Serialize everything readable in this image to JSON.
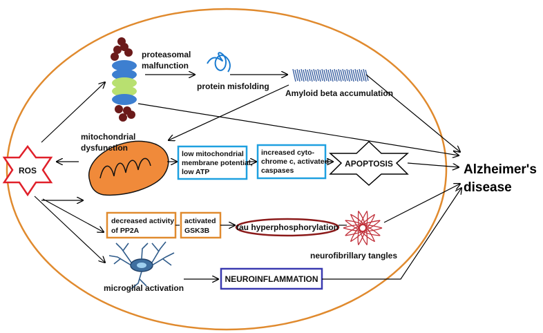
{
  "nodes": {
    "ros": "ROS",
    "proteasomal": [
      "proteasomal",
      "malfunction"
    ],
    "misfolding": "protein misfolding",
    "amyloid": "Amyloid beta accumulation",
    "mito": [
      "mitochondrial",
      "dysfunction"
    ],
    "membrane": [
      "low mitochondrial",
      "membrane potential,",
      "low ATP"
    ],
    "cytochrome": [
      "increased cyto-",
      "chrome c, activated",
      "caspases"
    ],
    "apoptosis": "APOPTOSIS",
    "alzheimers": [
      "Alzheimer's",
      "disease"
    ],
    "pp2a": [
      "decreased activity",
      "of PP2A"
    ],
    "gsk3b": [
      "activated",
      "GSK3B"
    ],
    "tau": "tau hyperphosphorylation",
    "tangles": "neurofibrillary tangles",
    "microglial": "microglial activation",
    "neuroinflammation": "NEUROINFLAMMATION"
  },
  "colors": {
    "outer_ellipse": "#e08a2e",
    "ros_star": "#e0202a",
    "blue_box": "#1ea0e0",
    "orange_box": "#e08a2e",
    "tau_ellipse": "#8b1a1a",
    "neuro_box": "#3a3ab0",
    "mito_fill": "#f08a3a",
    "tangle_red": "#c0303a",
    "microglia_blue": "#2f5b8a",
    "amyloid_blue": "#3a5fa0"
  }
}
